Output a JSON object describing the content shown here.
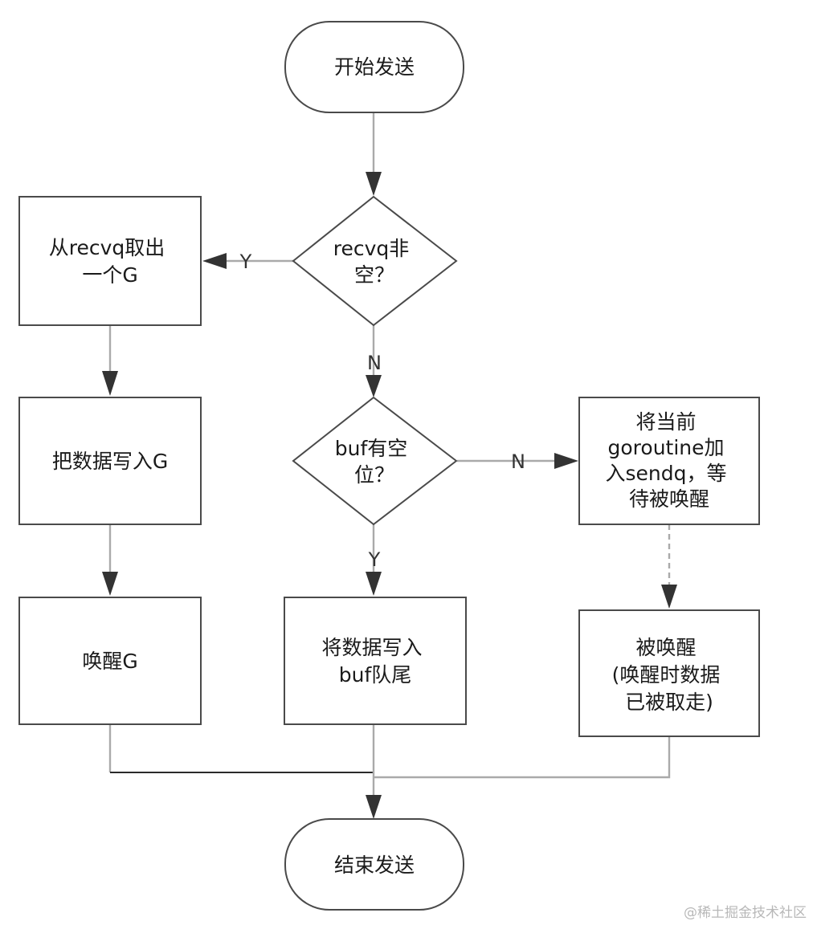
{
  "nodes": {
    "start": {
      "lines": [
        "开始发送"
      ]
    },
    "recvq_check": {
      "lines": [
        "recvq非",
        "空？"
      ]
    },
    "take_g": {
      "lines": [
        "从recvq取出",
        "一个G"
      ]
    },
    "write_g": {
      "lines": [
        "把数据写入G"
      ]
    },
    "wake_g": {
      "lines": [
        "唤醒G"
      ]
    },
    "buf_check": {
      "lines": [
        "buf有空",
        "位？"
      ]
    },
    "write_buf": {
      "lines": [
        "将数据写入",
        "buf队尾"
      ]
    },
    "enqueue_sendq": {
      "lines": [
        "将当前",
        "goroutine加",
        "入sendq，等",
        "待被唤醒"
      ]
    },
    "woken": {
      "lines": [
        "被唤醒",
        "(唤醒时数据",
        "已被取走)"
      ]
    },
    "end": {
      "lines": [
        "结束发送"
      ]
    }
  },
  "edge_labels": {
    "recvq_yes": "Y",
    "recvq_no": "N",
    "buf_no": "N",
    "buf_yes": "Y"
  },
  "watermark": "@稀土掘金技术社区"
}
